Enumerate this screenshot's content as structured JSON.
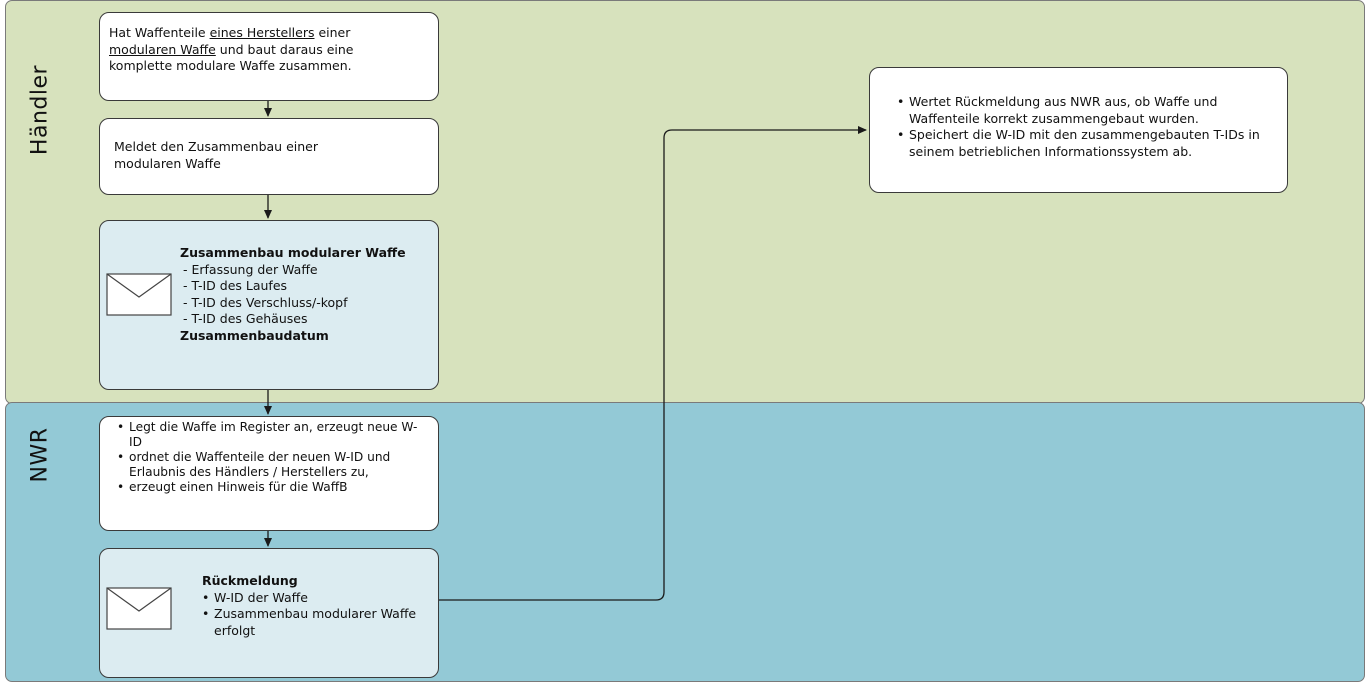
{
  "lanes": {
    "haendler": "Händler",
    "nwr": "NWR"
  },
  "boxes": {
    "box1": {
      "t1": "Hat Waffenteile ",
      "t2": "eines Herstellers",
      "t3": " einer",
      "t4": "modularen Waffe",
      "t5": " und baut daraus eine",
      "t6": "komplette modulare Waffe zusammen."
    },
    "box2": {
      "line1": "Meldet den Zusammenbau einer",
      "line2": "modularen Waffe"
    },
    "box3": {
      "title": "Zusammenbau modularer Waffe",
      "items": [
        "- Erfassung der Waffe",
        "- T-ID des Laufes",
        "- T-ID des Verschluss/-kopf",
        "- T-ID des Gehäuses"
      ],
      "footer": "Zusammenbaudatum"
    },
    "box4": {
      "items": [
        "Legt die Waffe im Register an, erzeugt neue W-ID",
        "ordnet die Waffenteile der neuen W-ID und Erlaubnis des Händlers / Herstellers zu,",
        "erzeugt einen Hinweis für die WaffB"
      ]
    },
    "box5": {
      "title": "Rückmeldung",
      "items": [
        "W-ID der Waffe",
        "Zusammenbau modularer Waffe erfolgt"
      ]
    },
    "box6": {
      "items": [
        "Wertet Rückmeldung aus NWR aus, ob Waffe und Waffenteile korrekt zusammengebaut wurden.",
        "Speichert die W-ID mit den zusammengebauten T-IDs in seinem betrieblichen Informationssystem ab."
      ]
    }
  },
  "icons": {
    "envelope1": "envelope-icon",
    "envelope2": "envelope-icon"
  },
  "colors": {
    "lane_haendler": "#d7e2bd",
    "lane_nwr": "#93c9d6",
    "message_box": "#dcecf1"
  }
}
